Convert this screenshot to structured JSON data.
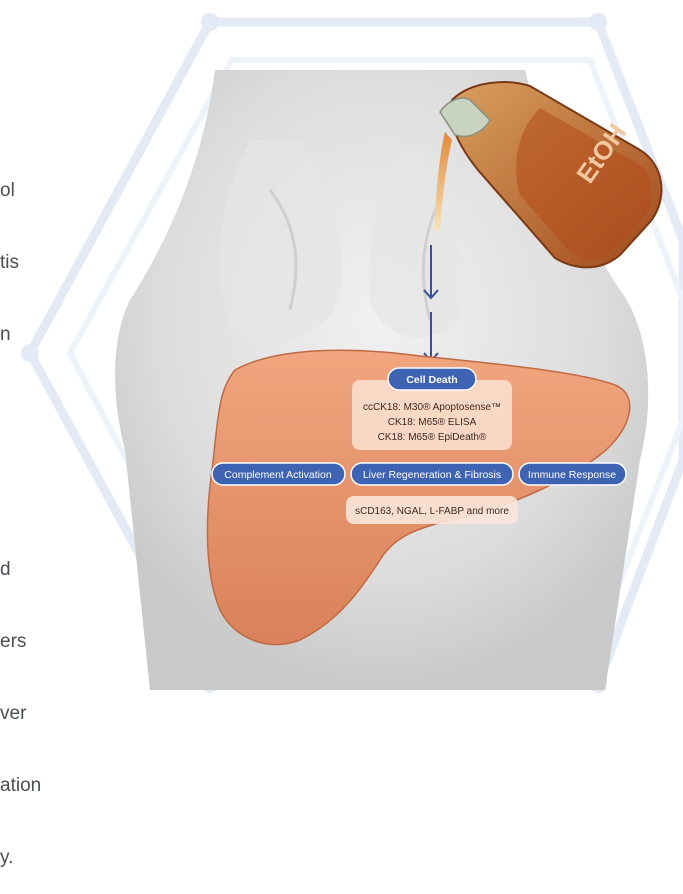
{
  "left_text_top": [
    "ol",
    "tis",
    "n"
  ],
  "left_text_bottom": [
    "d",
    "ers",
    "ver",
    "ation",
    "y."
  ],
  "bottle_label": "EtOH",
  "colors": {
    "hexagon": "#e4eaf5",
    "liver": "#e8966e",
    "pill": "#3f63b3",
    "arrow": "#3a4f9e",
    "alcohol": "#c9691e"
  },
  "cell_death": {
    "title": "Cell Death",
    "items": [
      "ccCK18: M30® Apoptosense™",
      "CK18: M65® ELISA",
      "CK18: M65® EpiDeath®"
    ]
  },
  "pathways": {
    "complement": "Complement Activation",
    "regeneration": "Liver Regeneration & Fibrosis",
    "immune": "Immune Response"
  },
  "markers": "sCD163, NGAL, L-FABP and more"
}
